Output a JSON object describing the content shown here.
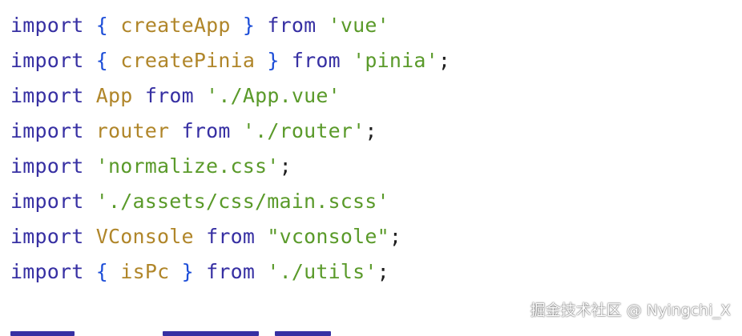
{
  "code_lines": [
    [
      [
        "keyword",
        "import"
      ],
      [
        "plain",
        " "
      ],
      [
        "punct",
        "{"
      ],
      [
        "plain",
        " "
      ],
      [
        "ident",
        "createApp"
      ],
      [
        "plain",
        " "
      ],
      [
        "punct",
        "}"
      ],
      [
        "plain",
        " "
      ],
      [
        "keyword",
        "from"
      ],
      [
        "plain",
        " "
      ],
      [
        "string",
        "'vue'"
      ]
    ],
    [
      [
        "keyword",
        "import"
      ],
      [
        "plain",
        " "
      ],
      [
        "punct",
        "{"
      ],
      [
        "plain",
        " "
      ],
      [
        "ident",
        "createPinia"
      ],
      [
        "plain",
        " "
      ],
      [
        "punct",
        "}"
      ],
      [
        "plain",
        " "
      ],
      [
        "keyword",
        "from"
      ],
      [
        "plain",
        " "
      ],
      [
        "string",
        "'pinia'"
      ],
      [
        "plain",
        ";"
      ]
    ],
    [
      [
        "keyword",
        "import"
      ],
      [
        "plain",
        " "
      ],
      [
        "ident",
        "App"
      ],
      [
        "plain",
        " "
      ],
      [
        "keyword",
        "from"
      ],
      [
        "plain",
        " "
      ],
      [
        "string",
        "'./App.vue'"
      ]
    ],
    [
      [
        "keyword",
        "import"
      ],
      [
        "plain",
        " "
      ],
      [
        "ident",
        "router"
      ],
      [
        "plain",
        " "
      ],
      [
        "keyword",
        "from"
      ],
      [
        "plain",
        " "
      ],
      [
        "string",
        "'./router'"
      ],
      [
        "plain",
        ";"
      ]
    ],
    [
      [
        "keyword",
        "import"
      ],
      [
        "plain",
        " "
      ],
      [
        "string",
        "'normalize.css'"
      ],
      [
        "plain",
        ";"
      ]
    ],
    [
      [
        "keyword",
        "import"
      ],
      [
        "plain",
        " "
      ],
      [
        "string",
        "'./assets/css/main.scss'"
      ]
    ],
    [
      [
        "keyword",
        "import"
      ],
      [
        "plain",
        " "
      ],
      [
        "ident",
        "VConsole"
      ],
      [
        "plain",
        " "
      ],
      [
        "keyword",
        "from"
      ],
      [
        "plain",
        " "
      ],
      [
        "string",
        "\"vconsole\""
      ],
      [
        "plain",
        ";"
      ]
    ],
    [
      [
        "keyword",
        "import"
      ],
      [
        "plain",
        " "
      ],
      [
        "punct",
        "{"
      ],
      [
        "plain",
        " "
      ],
      [
        "ident",
        "isPc"
      ],
      [
        "plain",
        " "
      ],
      [
        "punct",
        "}"
      ],
      [
        "plain",
        " "
      ],
      [
        "keyword",
        "from"
      ],
      [
        "plain",
        " "
      ],
      [
        "string",
        "'./utils'"
      ],
      [
        "plain",
        ";"
      ]
    ]
  ],
  "watermark": "掘金技术社区 @ Nyingchi_X"
}
